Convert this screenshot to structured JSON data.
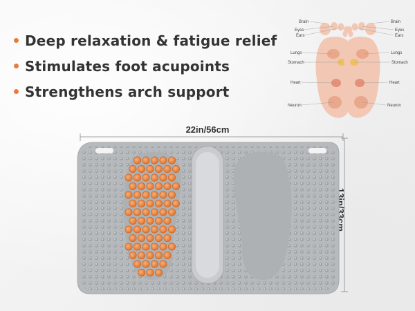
{
  "features": [
    "Deep relaxation & fatigue relief",
    "Stimulates foot acupoints",
    "Strengthens arch support"
  ],
  "reflex_chart": {
    "left_labels": [
      "Brain",
      "Eyes",
      "Ears",
      "Lungs",
      "Stomach",
      "Heart",
      "Neuron"
    ],
    "right_labels": [
      "Brain",
      "Eyes",
      "Ears",
      "Lungs",
      "Stomach",
      "Heart",
      "Neuron"
    ]
  },
  "dimensions": {
    "width": "22in/56cm",
    "height": "13in/33cm"
  },
  "colors": {
    "accent": "#e87b3c",
    "mat": "#b9bcbf"
  }
}
